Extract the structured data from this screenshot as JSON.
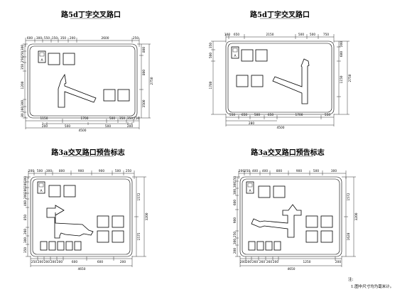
{
  "titles": {
    "top_left": "路5d丁字交叉路口",
    "top_right": "路5d丁字交叉路口",
    "bottom_left": "路3a交叉路口预告标志",
    "bottom_right": "路3a交叉路口预告标志"
  },
  "route_marker_label": "A",
  "notes": {
    "heading": "注:",
    "line1": "1.图中尺寸均为毫米计。"
  },
  "dims": {
    "p1": {
      "top": [
        "600",
        "300",
        "550",
        "150",
        "350",
        "200",
        "2600",
        "250"
      ],
      "bottom": [
        "1150",
        "1700",
        "500",
        "350",
        "350",
        "250"
      ],
      "bottom2": [
        "200",
        "500",
        "500",
        "200"
      ],
      "total": "4500",
      "left": [
        "300",
        "250",
        "250",
        "350",
        "1200",
        "300",
        "160",
        "80"
      ],
      "right": [
        "800",
        "800",
        "3500"
      ],
      "right_total": "2750"
    },
    "p2": {
      "top": [
        "100",
        "650",
        "2150",
        "500",
        "500",
        "750"
      ],
      "bottom": [
        "550",
        "650",
        "500",
        "650",
        "1700",
        "550"
      ],
      "bottom2": [
        "280"
      ],
      "total": "4500",
      "left": [
        "350",
        "500",
        "1780"
      ],
      "right": [
        "200",
        "600",
        "1150"
      ],
      "right_total": "2750"
    },
    "p3": {
      "top": [
        "200",
        "500",
        "300",
        "800",
        "900",
        "900",
        "500",
        "250"
      ],
      "bottom": [
        "250",
        "200",
        "200",
        "200",
        "200",
        "600",
        "600",
        "200"
      ],
      "total": "4650",
      "left": [
        "300",
        "280",
        "280",
        "200",
        "460",
        "850",
        "260",
        "300",
        "350"
      ],
      "right": [
        "1572",
        "1575"
      ],
      "right_total": "3200"
    },
    "p4": {
      "top": [
        "200",
        "250",
        "400",
        "400",
        "800",
        "900",
        "500",
        "300"
      ],
      "bottom": [
        "200",
        "200",
        "260",
        "260",
        "260",
        "200",
        "1250",
        "200"
      ],
      "total": "4650",
      "left": [
        "150",
        "300",
        "300",
        "600",
        "900",
        "250",
        "300",
        "200"
      ],
      "right": [
        "1572",
        "1628"
      ],
      "right_total": "3200"
    }
  }
}
